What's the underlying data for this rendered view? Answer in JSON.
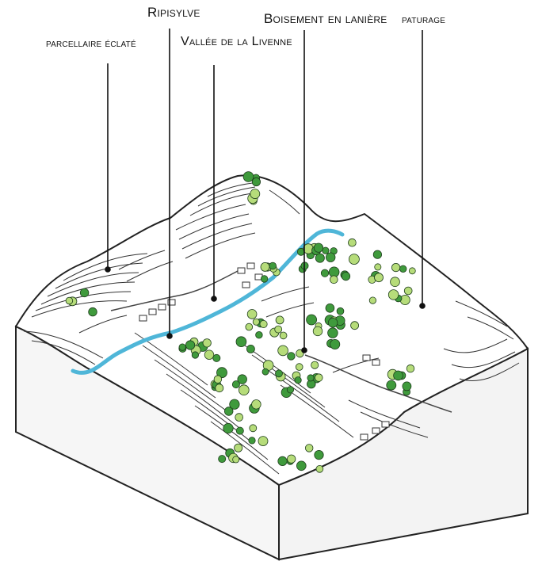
{
  "labels": {
    "ripisylve": "Ripisylve",
    "boisement": "Boisement en lanière",
    "paturage": "paturage",
    "parcellaire": "parcellaire éclaté",
    "vallee": "Vallée de la Livenne"
  },
  "colors": {
    "ink": "#222222",
    "river": "#4fb6d8",
    "tree_dark": "#3f9a3c",
    "tree_light": "#b6dc7a",
    "block_side": "#f4f4f4",
    "background": "#ffffff"
  }
}
